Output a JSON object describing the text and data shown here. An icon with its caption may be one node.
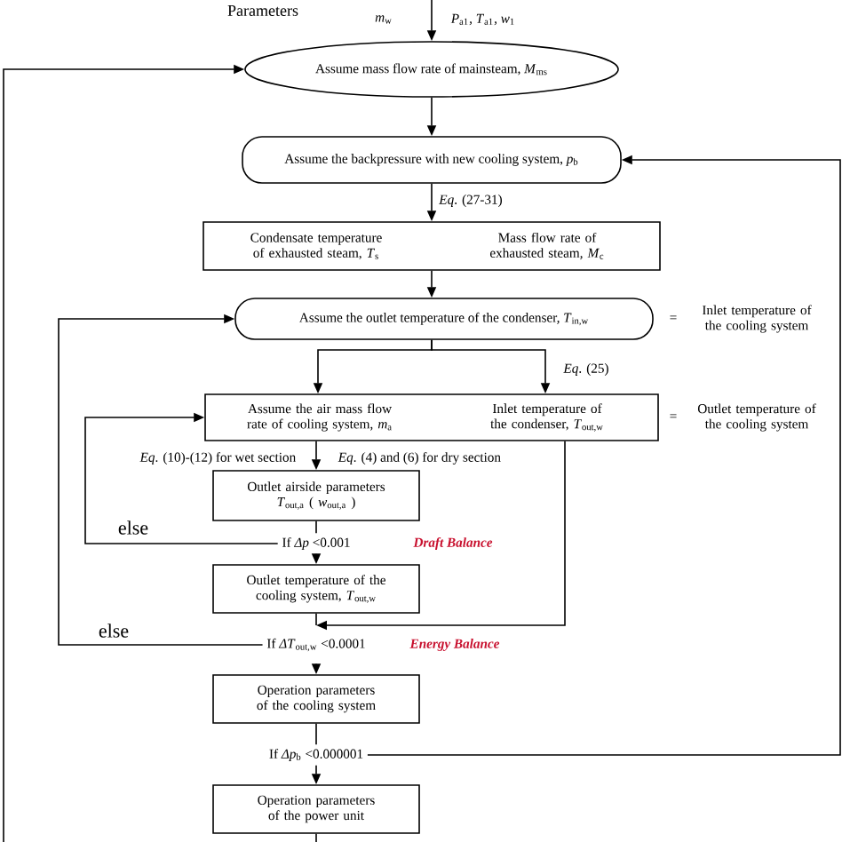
{
  "diagram": {
    "nodes": [
      {
        "text": [
          "Assume mass flow rate of mainsteam, *M*$_{ms}$"
        ]
      },
      {
        "text": [
          "Assume the backpressure with new cooling system, *p*$_{b}$"
        ]
      },
      {
        "text": [
          "Condensate temperature of exhausted steam, *T*$_{s}$",
          "Mass flow rate of exhausted steam, *M*$_{c}$"
        ]
      },
      {
        "text": [
          "Assume the outlet temperature of the condenser, *T*$_{in,w}$"
        ],
        "beside": [
          "=",
          "Inlet temperature of the cooling system"
        ]
      },
      {
        "text": [
          "Assume the air mass flow rate of cooling system, *m*$_{a}$",
          "Inlet temperature of the condenser, *T*$_{out,w}$"
        ],
        "beside": [
          "=",
          "Outlet temperature of the cooling system"
        ]
      },
      {
        "text": [
          "Outlet airside parameters *T*$_{out,a}$ ( *w*$_{out,a}$ )"
        ]
      },
      {
        "text": [
          "If *Δp* <0.001"
        ]
      },
      {
        "text": [
          "Outlet temperature of the cooling system, *T*$_{out,w}$"
        ]
      },
      {
        "text": [
          "If *ΔT*$_{out,w}$ <0.0001"
        ]
      },
      {
        "text": [
          "Operation parameters of the cooling system"
        ]
      },
      {
        "text": [
          "If *Δp*$_{b}$ <0.000001"
        ]
      },
      {
        "text": [
          "Operation parameters of the power unit"
        ]
      }
    ],
    "edges": [
      {
        "from": null,
        "to": 0,
        "arrow": "to"
      },
      {
        "from": null,
        "to": 0,
        "arrow": "to"
      },
      {
        "from": 0,
        "to": 1,
        "arrow": "to"
      },
      {
        "from": 1,
        "to": 2,
        "arrow": "to",
        "label": "*Eq*. (27-31)"
      },
      {
        "from": 2,
        "to": 3,
        "arrow": "to"
      },
      {
        "from": 3,
        "to": 4,
        "arrow": "to"
      },
      {
        "from": 3,
        "to": 4,
        "arrow": "to",
        "label": "*Eq*. (25)"
      },
      {
        "from": 4,
        "to": 5,
        "arrow": "to"
      },
      {
        "from": 5,
        "to": 6,
        "arrow": "none"
      },
      {
        "from": 6,
        "to": 4,
        "arrow": "to",
        "label": "else"
      },
      {
        "from": 6,
        "to": 7,
        "arrow": "to"
      },
      {
        "from": 7,
        "to": 8,
        "arrow": "none"
      },
      {
        "from": 4,
        "to": 8,
        "arrow": "to"
      },
      {
        "from": 8,
        "to": 3,
        "arrow": "to",
        "label": "else"
      },
      {
        "from": 8,
        "to": 9,
        "arrow": "to"
      },
      {
        "from": 9,
        "to": 10,
        "arrow": "none"
      },
      {
        "from": 10,
        "to": 1,
        "arrow": "to"
      },
      {
        "from": 10,
        "to": 11,
        "arrow": "to"
      },
      {
        "from": 11,
        "to": null,
        "arrow": "none"
      }
    ],
    "labels": [
      "Parameters",
      "*m*$_{w}$",
      "*P*$_{a1}$, *T*$_{a1}$, *w*$_{1}$",
      "*Eq*. (10)-(12) for wet section",
      "*Eq*. (4) and (6) for dry section",
      "Draft Balance",
      "Energy Balance"
    ]
  }
}
